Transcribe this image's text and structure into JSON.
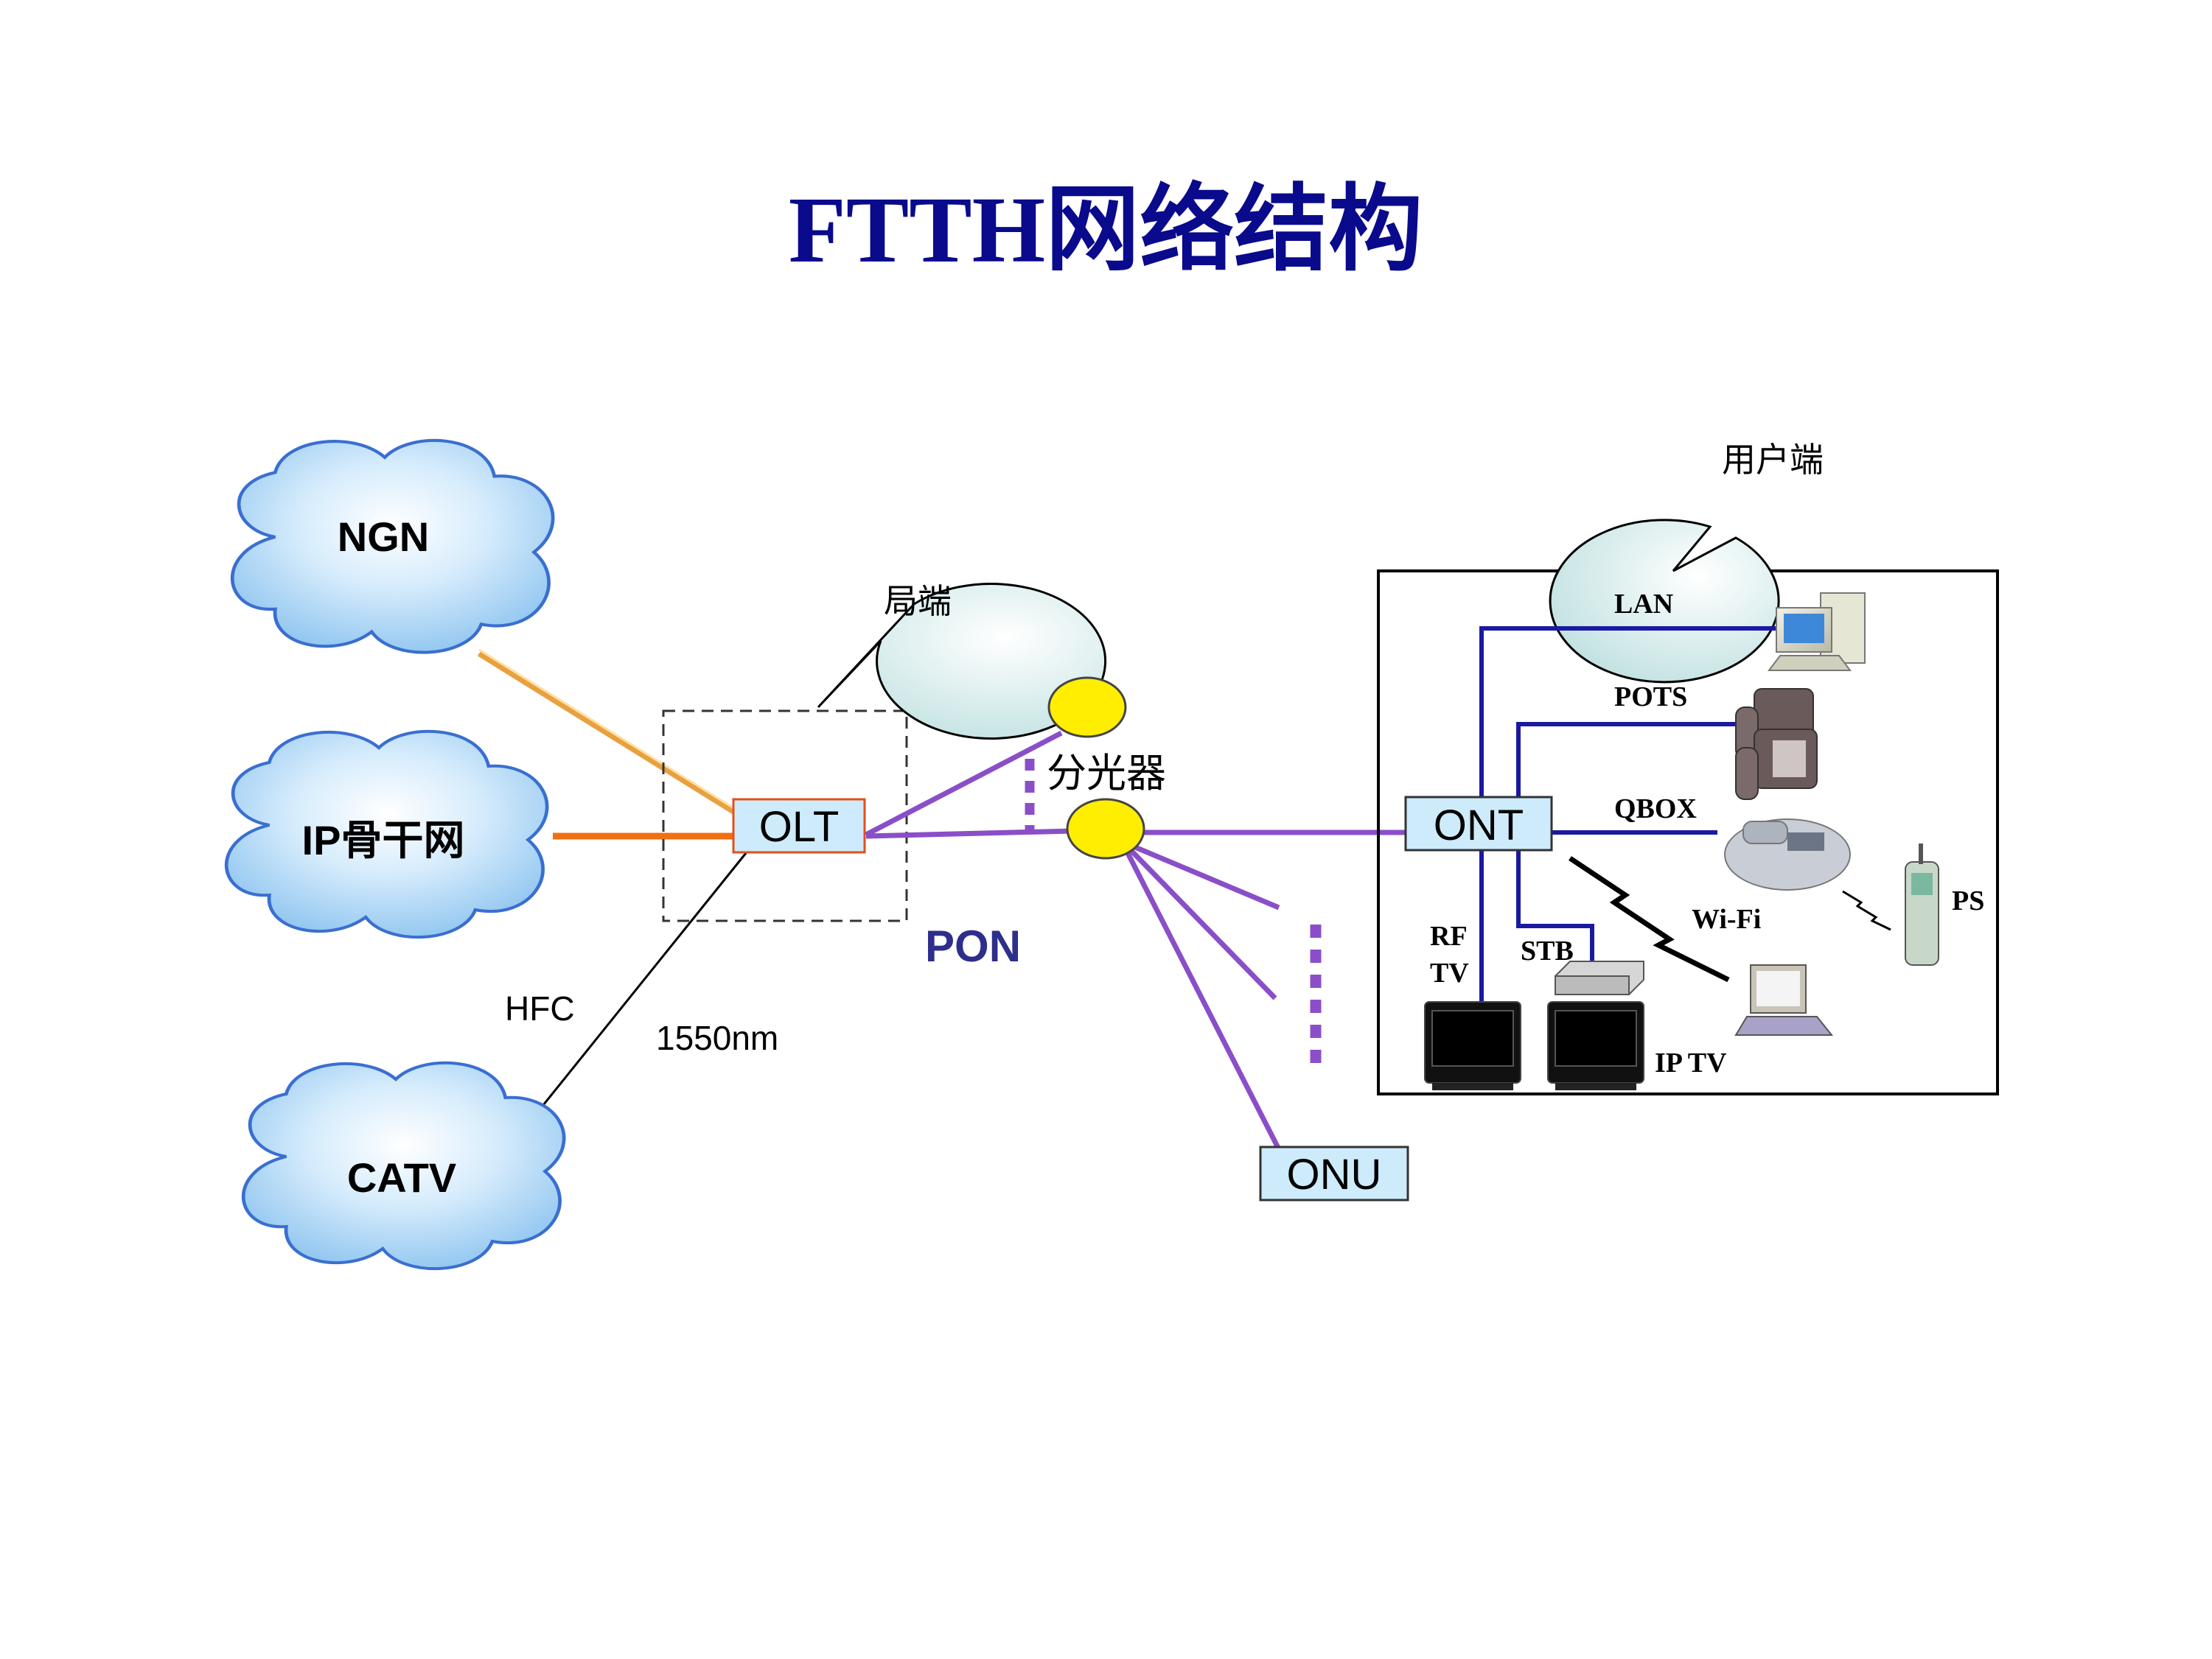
{
  "title": "FTTH网络结构",
  "clouds": {
    "ngn": "NGN",
    "ip": "IP骨干网",
    "catv": "CATV"
  },
  "bubbles": {
    "central": "局端",
    "user": "用户端"
  },
  "nodes": {
    "olt": "OLT",
    "ont": "ONT",
    "onu": "ONU",
    "splitter": "分光器"
  },
  "labels": {
    "pon": "PON",
    "hfc": "HFC",
    "wavelength": "1550nm"
  },
  "user_side": {
    "lan": "LAN",
    "pots": "POTS",
    "qbox": "QBOX",
    "wifi": "Wi-Fi",
    "ps": "PS",
    "rf_tv_1": "RF",
    "rf_tv_2": "TV",
    "stb": "STB",
    "ip_tv": "IP TV"
  },
  "colors": {
    "title": "#0a0a8c",
    "cloud_fill": "#a8d4f5",
    "cloud_stroke": "#3a6fd0",
    "pon_line": "#8a4fc8",
    "user_line": "#1a1aa0",
    "splitter": "#ffee00",
    "node_fill": "#cdebfb",
    "olt_border": "#e0501e",
    "ip_link": "#f07010",
    "ngn_link": "#f2b860"
  }
}
